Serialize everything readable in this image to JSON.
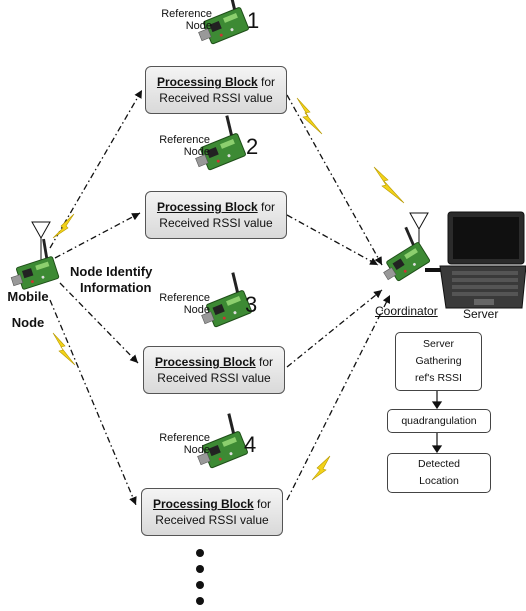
{
  "reference_label": "Reference\nNode",
  "reference_nodes": [
    "1",
    "2",
    "3",
    "4"
  ],
  "processing_block": {
    "title": "Processing Block",
    "title_suffix": " for",
    "line2": "Received RSSI value"
  },
  "mobile_node": {
    "line1": "Mobile",
    "line2": "Node"
  },
  "node_identify": {
    "line1": "Node Identify",
    "line2": "Information"
  },
  "coordinator_label": "Coordinator",
  "server_label": "Server",
  "flow": {
    "step1": [
      "Server",
      "Gathering",
      "ref's RSSI"
    ],
    "step2": "quadrangulation",
    "step3": [
      "Detected",
      "Location"
    ]
  }
}
